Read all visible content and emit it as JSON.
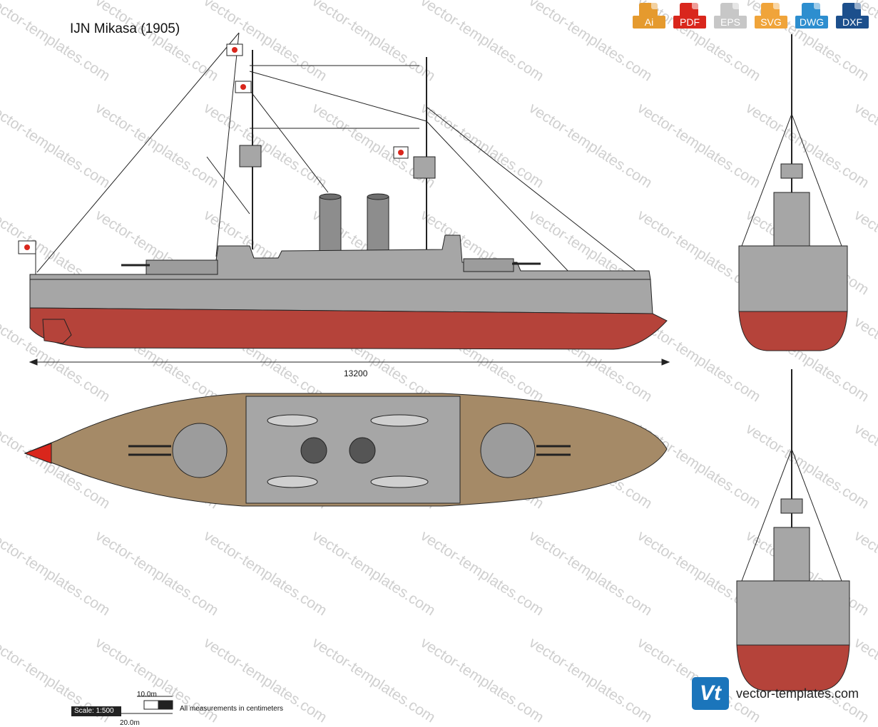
{
  "title": "IJN Mikasa (1905)",
  "watermark_text": "vector-templates.com",
  "formats": [
    {
      "label": "Ai",
      "color": "#e59a2e"
    },
    {
      "label": "PDF",
      "color": "#d9261c"
    },
    {
      "label": "EPS",
      "color": "#c7c7c7"
    },
    {
      "label": "SVG",
      "color": "#f0a43a"
    },
    {
      "label": "DWG",
      "color": "#2d8ecf"
    },
    {
      "label": "DXF",
      "color": "#1c4f8c"
    }
  ],
  "dimension_label": "13200",
  "scale": {
    "label": "Scale: 1:500",
    "ten": "10.0m",
    "twenty": "20.0m"
  },
  "note": "All measurements in centimeters",
  "brand": {
    "logo": "Vt",
    "name": "vector-templates.com"
  },
  "colors": {
    "hull_red": "#b5433a",
    "hull_gray": "#a6a6a6",
    "deck_brown": "#a58a67",
    "funnel_gray": "#8d8d8d",
    "outline": "#222222"
  }
}
